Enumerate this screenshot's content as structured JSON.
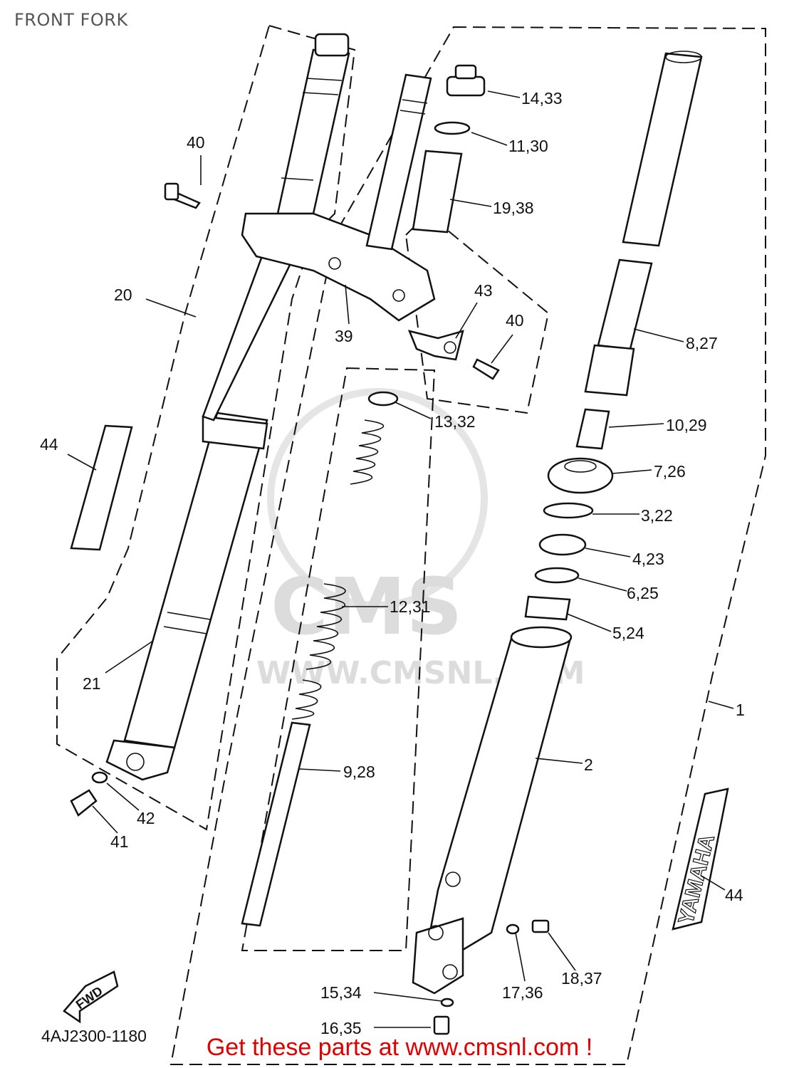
{
  "title": "FRONT FORK",
  "drawing_number": "4AJ2300-1180",
  "footer": "Get these parts at www.cmsnl.com !",
  "watermark": {
    "logo_text": "CMS",
    "url_text": "WWW.CMSNL.COM"
  },
  "callouts": [
    {
      "id": "c1",
      "text": "14,33"
    },
    {
      "id": "c2",
      "text": "11,30"
    },
    {
      "id": "c3",
      "text": "19,38"
    },
    {
      "id": "c4",
      "text": "40"
    },
    {
      "id": "c5",
      "text": "20"
    },
    {
      "id": "c6",
      "text": "43"
    },
    {
      "id": "c7",
      "text": "40"
    },
    {
      "id": "c8",
      "text": "39"
    },
    {
      "id": "c9",
      "text": "8,27"
    },
    {
      "id": "c10",
      "text": "13,32"
    },
    {
      "id": "c11",
      "text": "10,29"
    },
    {
      "id": "c12",
      "text": "44"
    },
    {
      "id": "c13",
      "text": "7,26"
    },
    {
      "id": "c14",
      "text": "3,22"
    },
    {
      "id": "c15",
      "text": "4,23"
    },
    {
      "id": "c16",
      "text": "6,25"
    },
    {
      "id": "c17",
      "text": "12,31"
    },
    {
      "id": "c18",
      "text": "5,24"
    },
    {
      "id": "c19",
      "text": "21"
    },
    {
      "id": "c20",
      "text": "1"
    },
    {
      "id": "c21",
      "text": "2"
    },
    {
      "id": "c22",
      "text": "9,28"
    },
    {
      "id": "c23",
      "text": "42"
    },
    {
      "id": "c24",
      "text": "41"
    },
    {
      "id": "c25",
      "text": "44"
    },
    {
      "id": "c26",
      "text": "18,37"
    },
    {
      "id": "c27",
      "text": "17,36"
    },
    {
      "id": "c28",
      "text": "15,34"
    },
    {
      "id": "c29",
      "text": "16,35"
    }
  ],
  "decal_text": "YAMAHA",
  "fwd_arrow_text": "FWD"
}
